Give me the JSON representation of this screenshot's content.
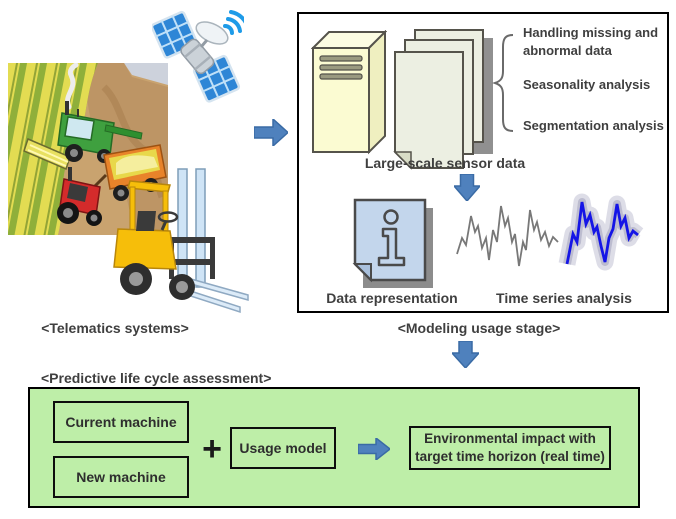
{
  "telematics": {
    "label": "<Telematics systems>"
  },
  "modeling": {
    "label": "<Modeling usage stage>",
    "sensor_data_label": "Large-scale sensor data",
    "analysis_items": [
      "Handling missing and abnormal data",
      "Seasonality analysis",
      "Segmentation analysis"
    ],
    "data_representation_label": "Data representation",
    "time_series_label": "Time series analysis"
  },
  "assessment": {
    "label": "<Predictive life cycle assessment>",
    "current_machine": "Current machine",
    "new_machine": "New machine",
    "plus": "+",
    "usage_model": "Usage model",
    "impact_line1": "Environmental impact with",
    "impact_line2": "target time horizon (real time)"
  },
  "colors": {
    "arrow_fill": "#4F81BD",
    "arrow_border": "#3A6BA5",
    "green_fill": "#BEEEA8",
    "text": "#3F3F3F",
    "server_fill": "#FBFBD2",
    "document_fill": "#ECEFE2",
    "info_doc_fill": "#C3D6EC",
    "time_series_blue": "#1515E6",
    "time_series_gray": "#787878"
  },
  "icons": {
    "satellite-icon": "svg-shape",
    "signal-waves-icon": "svg-arcs",
    "farm-machinery-illustration": "svg-shape",
    "forklift-icon": "svg-shape",
    "server-icon": "svg-shape",
    "documents-stack-icon": "svg-shape",
    "brace-icon": "{",
    "info-document-icon": "ℹ",
    "time-series-icon": "svg-polyline",
    "arrow-right-icon": "→",
    "arrow-down-icon": "↓",
    "plus-icon": "+"
  }
}
